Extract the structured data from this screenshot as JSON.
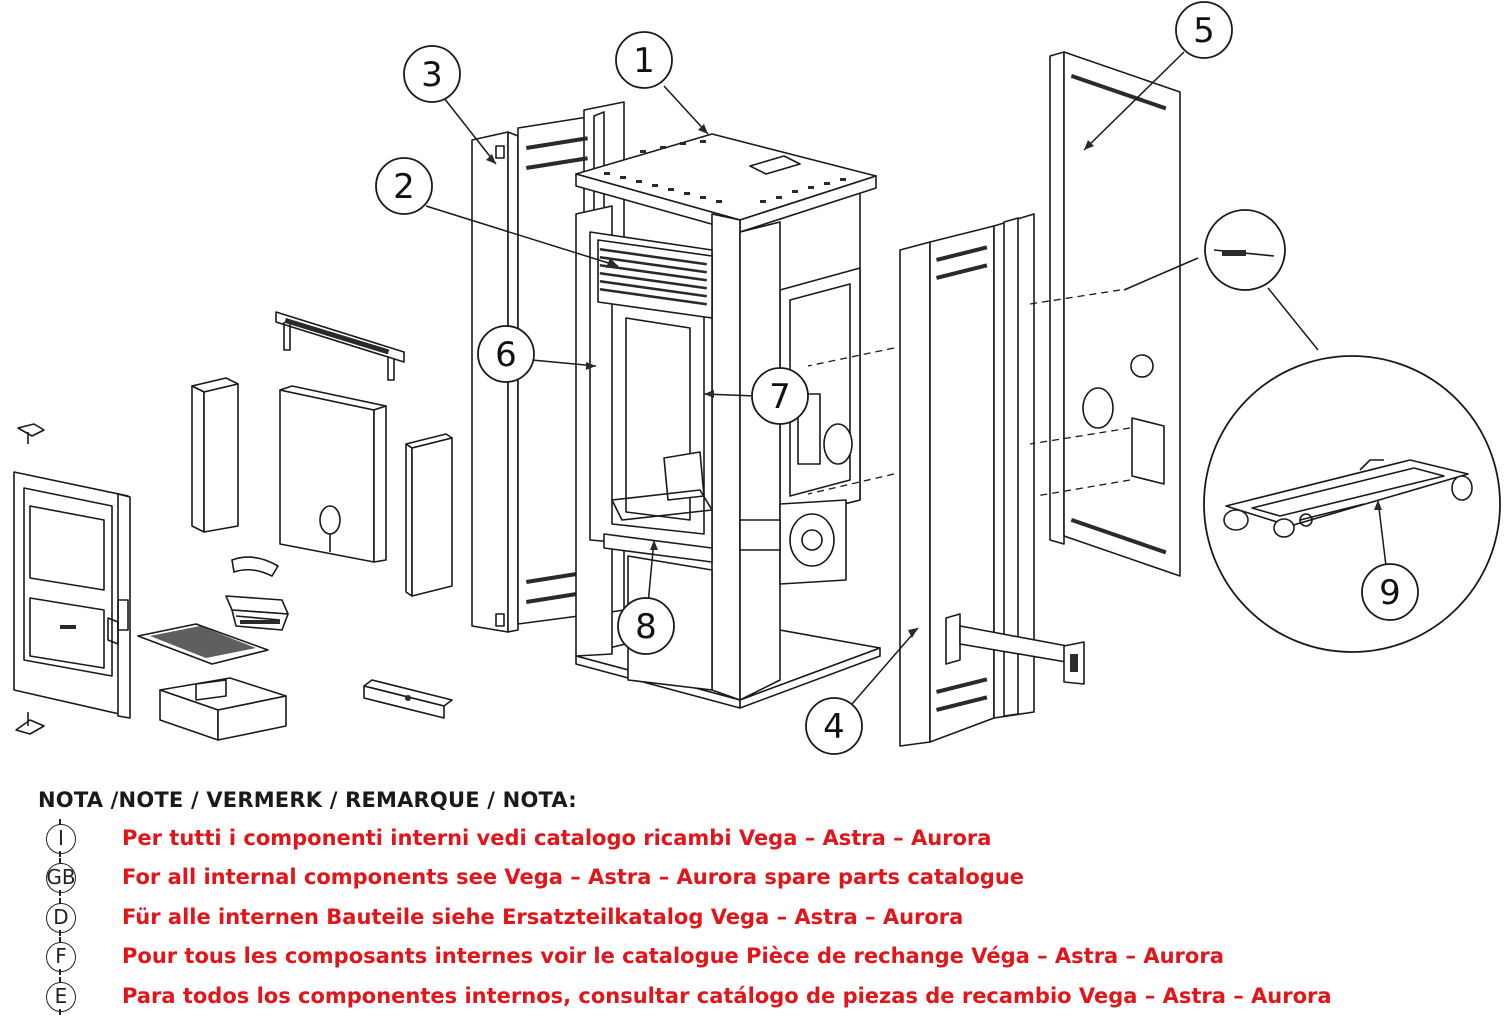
{
  "callouts": [
    "1",
    "2",
    "3",
    "4",
    "5",
    "6",
    "7",
    "8",
    "9"
  ],
  "notes": {
    "title": "NOTA /NOTE / VERMERK / REMARQUE / NOTA:",
    "items": [
      {
        "lang": "I",
        "text": "Per tutti i componenti interni vedi catalogo ricambi Vega – Astra – Aurora"
      },
      {
        "lang": "GB",
        "text": "For all internal components see Vega – Astra – Aurora spare parts catalogue"
      },
      {
        "lang": "D",
        "text": "Für alle internen Bauteile siehe Ersatzteilkatalog Vega – Astra – Aurora"
      },
      {
        "lang": "F",
        "text": "Pour tous les composants internes voir le catalogue Pièce de rechange Véga – Astra – Aurora"
      },
      {
        "lang": "E",
        "text": "Para todos los componentes internos, consultar catálogo de piezas de recambio Vega – Astra – Aurora"
      }
    ],
    "text_color": "#e0161b"
  }
}
